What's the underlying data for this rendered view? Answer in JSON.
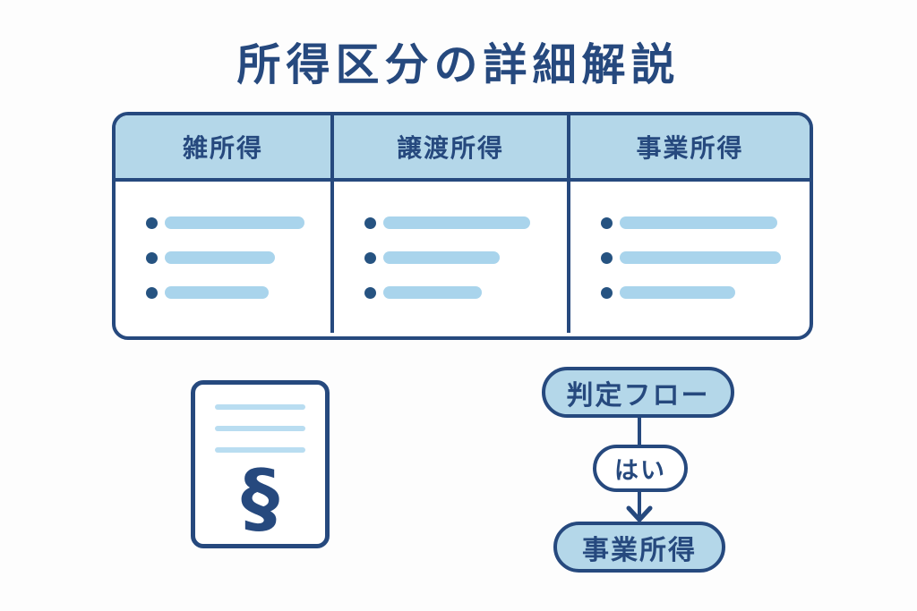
{
  "title": "所得区分の詳細解説",
  "colors": {
    "background": "#fdfdfd",
    "navy": "#26497e",
    "light_blue": "#b4d7e9",
    "bar_blue": "#a9d4ec",
    "bullet_blue": "#265381",
    "doc_line_blue": "#b9ddf1",
    "white": "#ffffff"
  },
  "table": {
    "columns": [
      {
        "header": "雑所得",
        "bars": [
          156,
          123,
          116
        ]
      },
      {
        "header": "譲渡所得",
        "bars": [
          164,
          130,
          110
        ]
      },
      {
        "header": "事業所得",
        "bars": [
          176,
          180,
          129
        ]
      }
    ]
  },
  "document_icon": {
    "symbol": "§",
    "line_count": 3
  },
  "flowchart": {
    "start": "判定フロー",
    "answer": "はい",
    "result": "事業所得"
  }
}
